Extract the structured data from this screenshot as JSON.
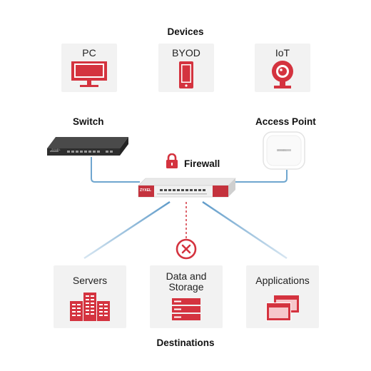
{
  "devices_heading": "Devices",
  "devices": [
    {
      "label": "PC",
      "icon": "monitor-icon"
    },
    {
      "label": "BYOD",
      "icon": "smartphone-icon"
    },
    {
      "label": "IoT",
      "icon": "webcam-icon"
    }
  ],
  "switch_label": "Switch",
  "access_point_label": "Access Point",
  "firewall_label": "Firewall",
  "brand_text": "ZYXEL",
  "destinations_heading": "Destinations",
  "destinations": [
    {
      "label": "Servers",
      "icon": "server-rack-icon"
    },
    {
      "label": "Data and\nStorage",
      "icon": "database-icon"
    },
    {
      "label": "Applications",
      "icon": "app-windows-icon"
    }
  ],
  "colors": {
    "accent_red": "#d4333f",
    "cable_blue": "#6fa6cf",
    "card_bg": "#f2f2f2",
    "device_dark": "#3b3b3b"
  }
}
